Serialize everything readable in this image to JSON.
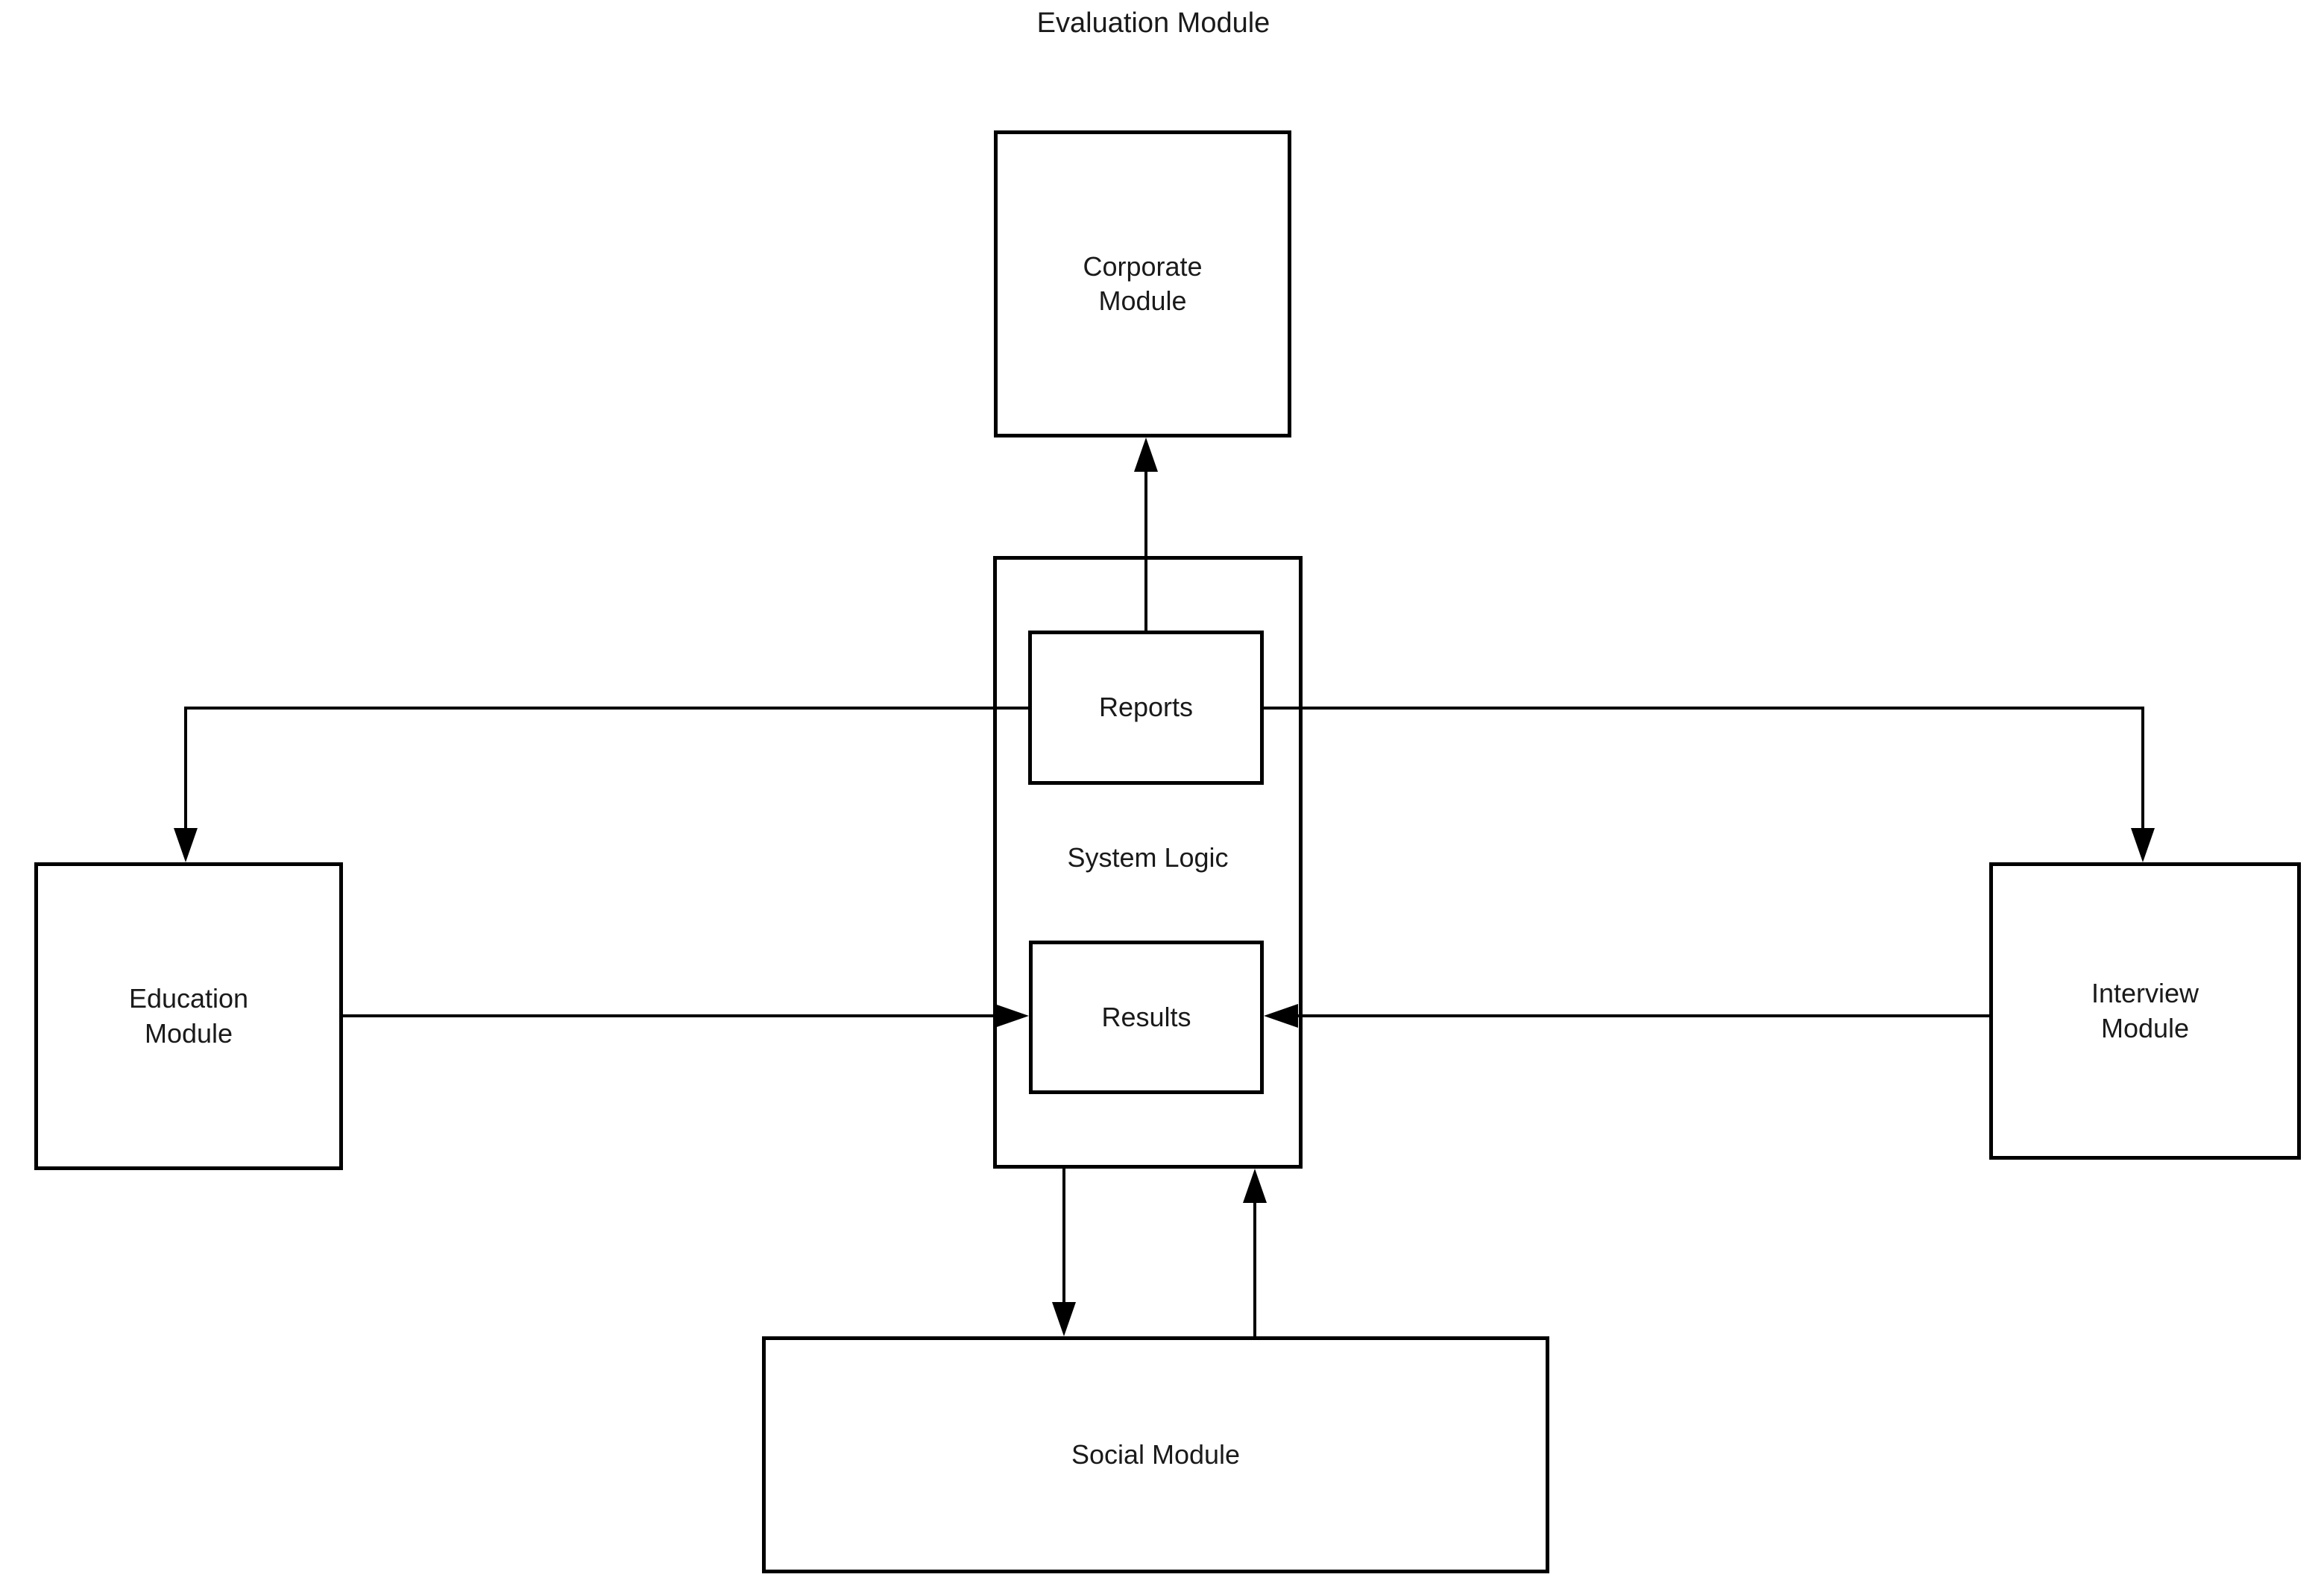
{
  "page": {
    "background": "#ffffff"
  },
  "diagram": {
    "title": "Evaluation Module",
    "colors": {
      "line": "#000000",
      "node_border": "#000000",
      "node_fill": "#ffffff",
      "text": "#1a1a1a"
    },
    "nodes": {
      "corporate": {
        "label": "Corporate\nModule"
      },
      "system_logic": {
        "label": "System Logic"
      },
      "reports": {
        "label": "Reports"
      },
      "results": {
        "label": "Results"
      },
      "education": {
        "label": "Education\nModule"
      },
      "interview": {
        "label": "Interview\nModule"
      },
      "social": {
        "label": "Social Module"
      }
    },
    "edges": [
      {
        "from": "reports",
        "to": "corporate",
        "arrow_at": "corporate-bottom",
        "direction": "up"
      },
      {
        "from": "reports",
        "to": "education",
        "arrow_at": "education-top",
        "direction": "left-then-down"
      },
      {
        "from": "reports",
        "to": "interview",
        "arrow_at": "interview-top",
        "direction": "right-then-down"
      },
      {
        "from": "education",
        "to": "results",
        "arrow_at": "results-left",
        "direction": "right"
      },
      {
        "from": "interview",
        "to": "results",
        "arrow_at": "results-right",
        "direction": "left"
      },
      {
        "from": "system_logic",
        "to": "social",
        "arrow_at": "social-top",
        "direction": "down"
      },
      {
        "from": "social",
        "to": "system_logic",
        "arrow_at": "system-logic-bottom",
        "direction": "up"
      }
    ]
  }
}
